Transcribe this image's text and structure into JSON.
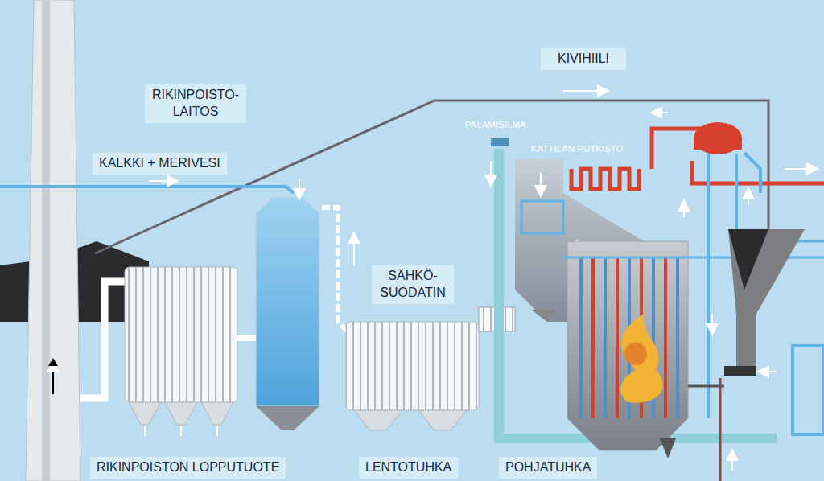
{
  "diagram": {
    "labels": [
      "KIVIHIILI",
      "RIKINPOISTO- LAITOS",
      "PALAMISILMA",
      "KATTILAN PUTKISTO",
      "KALKKI + MERIVESI",
      "SÄHKÖ- SUODATIN",
      "RIKINPOISTON LOPPUTUOTE",
      "LENTOTUHKA",
      "POHJATUHKA"
    ]
  }
}
